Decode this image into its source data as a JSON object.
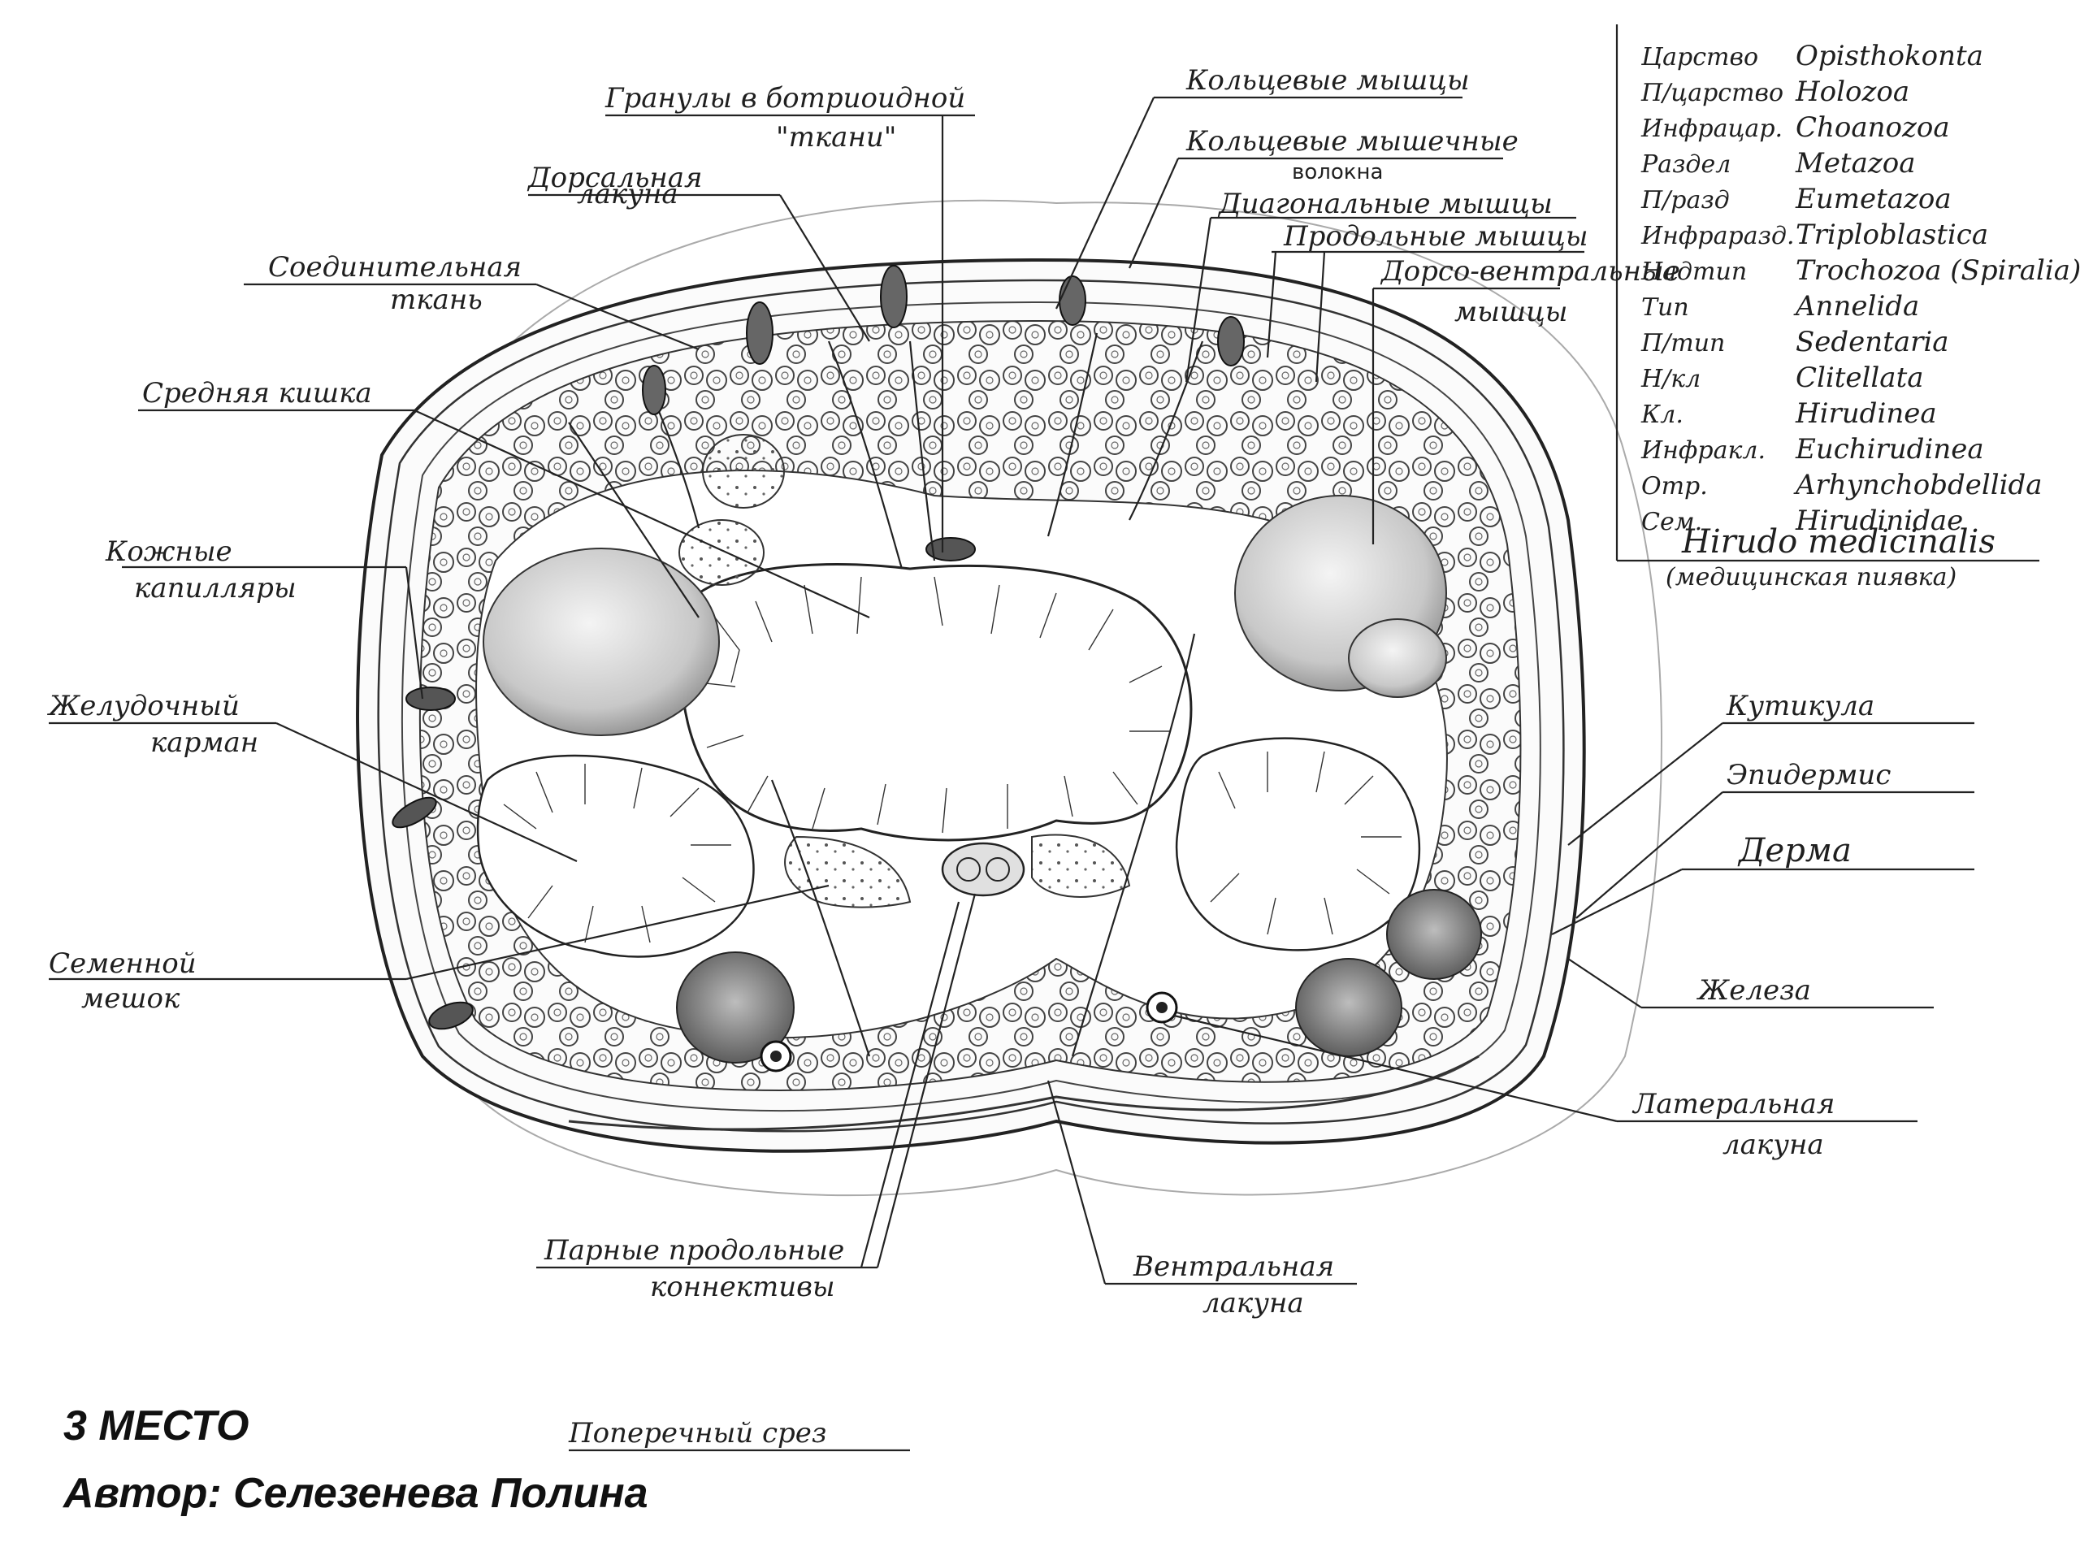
{
  "labels": {
    "granules": "Гранулы в ботриоидной",
    "granules_2": "\"ткани\"",
    "circular_muscles": "Кольцевые мышцы",
    "circular_fibers": "Кольцевые мышечные",
    "circular_fibers_2": "волокна",
    "dorsal_lacuna": "Дорсальная",
    "dorsal_lacuna_2": "лакуна",
    "diagonal_muscles": "Диагональные мышцы",
    "longitudinal_muscles": "Продольные мышцы",
    "dorsoventral": "Дорсо-вентральные",
    "dorsoventral_2": "мышцы",
    "connective": "Соединительная",
    "connective_2": "ткань",
    "midgut": "Средняя кишка",
    "skin_capillaries": "Кожные",
    "skin_capillaries_2": "капилляры",
    "gastric_pocket": "Желудочный",
    "gastric_pocket_2": "карман",
    "seminal_sac": "Семенной",
    "seminal_sac_2": "мешок",
    "cuticle": "Кутикула",
    "epidermis": "Эпидермис",
    "dermis": "Дерма",
    "glands": "Железа",
    "lateral_lacuna": "Латеральная",
    "lateral_lacuna_2": "лакуна",
    "paired_connectives": "Парные продольные",
    "paired_connectives_2": "коннективы",
    "ventral_lacuna": "Вентральная",
    "ventral_lacuna_2": "лакуна",
    "section": "Поперечный срез"
  },
  "taxonomy": [
    {
      "rank": "Царство",
      "name": "Opisthokonta"
    },
    {
      "rank": "П/царство",
      "name": "Holozoa"
    },
    {
      "rank": "Инфрацар.",
      "name": "Choanozoa"
    },
    {
      "rank": "Раздел",
      "name": "Metazoa"
    },
    {
      "rank": "П/разд",
      "name": "Eumetazoa"
    },
    {
      "rank": "Инфраразд.",
      "name": "Triploblastica"
    },
    {
      "rank": "Надтип",
      "name": "Trochozoa (Spiralia)"
    },
    {
      "rank": "Тип",
      "name": "Annelida"
    },
    {
      "rank": "П/тип",
      "name": "Sedentaria"
    },
    {
      "rank": "Н/кл",
      "name": "Clitellata"
    },
    {
      "rank": "Кл.",
      "name": "Hirudinea"
    },
    {
      "rank": "Инфракл.",
      "name": "Euchirudinea"
    },
    {
      "rank": "Отр.",
      "name": "Arhynchobdellida"
    },
    {
      "rank": "Сем.",
      "name": "Hirudinidae"
    }
  ],
  "species": "Hirudo medicinalis",
  "species_common": "(медицинская пиявка)",
  "footer": {
    "place": "3 МЕСТО",
    "author": "Автор: Селезенева Полина"
  }
}
